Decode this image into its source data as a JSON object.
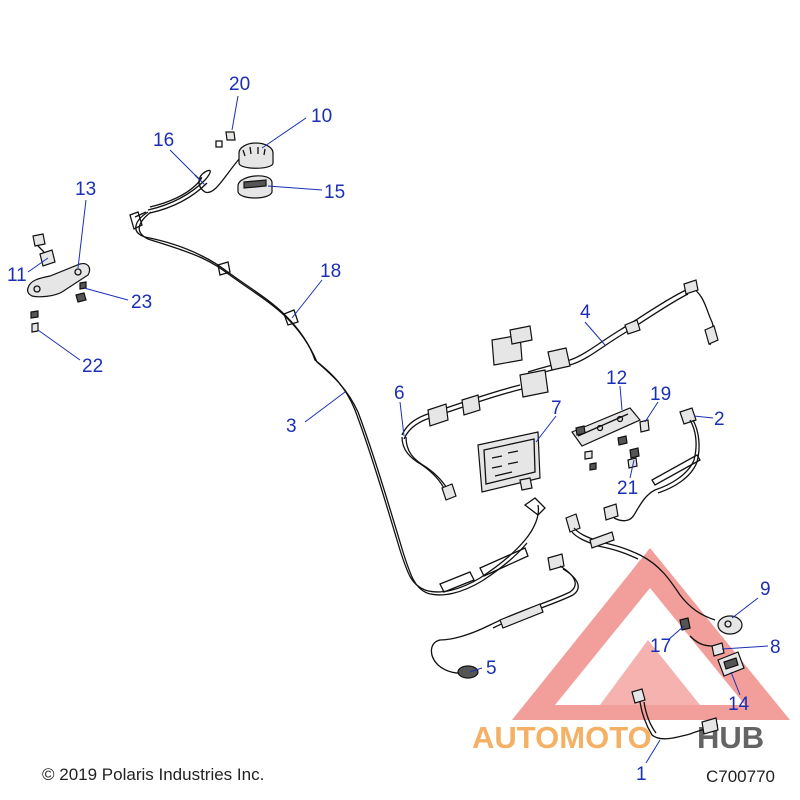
{
  "diagram": {
    "callouts": [
      {
        "id": "20",
        "label": "20"
      },
      {
        "id": "10",
        "label": "10"
      },
      {
        "id": "16",
        "label": "16"
      },
      {
        "id": "15",
        "label": "15"
      },
      {
        "id": "13",
        "label": "13"
      },
      {
        "id": "11",
        "label": "11"
      },
      {
        "id": "23",
        "label": "23"
      },
      {
        "id": "22",
        "label": "22"
      },
      {
        "id": "18",
        "label": "18"
      },
      {
        "id": "3",
        "label": "3"
      },
      {
        "id": "4",
        "label": "4"
      },
      {
        "id": "6",
        "label": "6"
      },
      {
        "id": "7",
        "label": "7"
      },
      {
        "id": "12",
        "label": "12"
      },
      {
        "id": "19",
        "label": "19"
      },
      {
        "id": "2",
        "label": "2"
      },
      {
        "id": "21",
        "label": "21"
      },
      {
        "id": "9",
        "label": "9"
      },
      {
        "id": "17",
        "label": "17"
      },
      {
        "id": "8",
        "label": "8"
      },
      {
        "id": "5",
        "label": "5"
      },
      {
        "id": "14",
        "label": "14"
      },
      {
        "id": "1",
        "label": "1"
      }
    ],
    "copyright": "© 2019 Polaris Industries Inc.",
    "drawing_code": "C700770"
  },
  "watermark": {
    "text_auto": "AUTOMOTO",
    "text_hub": "HUB",
    "accent_color": "#e8504a",
    "secondary_color": "#f3a34a",
    "dark_color": "#4a4a4a"
  },
  "colors": {
    "callout": "#1a2fb5",
    "line_art": "#111111"
  }
}
